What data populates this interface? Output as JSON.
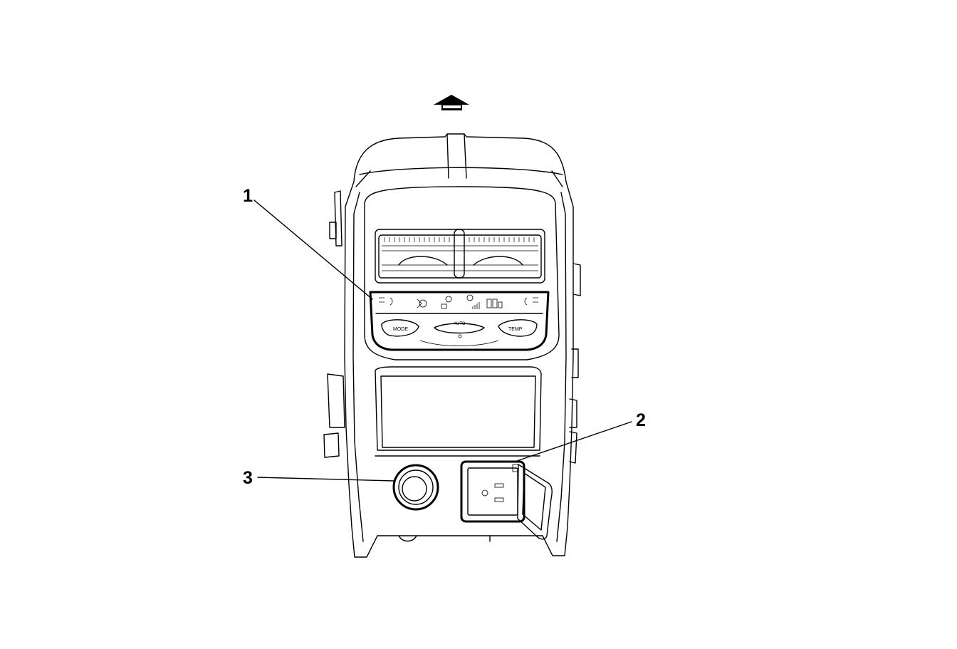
{
  "callouts": {
    "one": "1",
    "two": "2",
    "three": "3"
  },
  "panel": {
    "mode_label": "MODE",
    "temp_label": "TEMP",
    "auto_label": "AUTO"
  },
  "icons": {
    "forward": "forward-arrow-icon",
    "fan": "fan-icon",
    "outlet": "power-outlet-icon"
  }
}
